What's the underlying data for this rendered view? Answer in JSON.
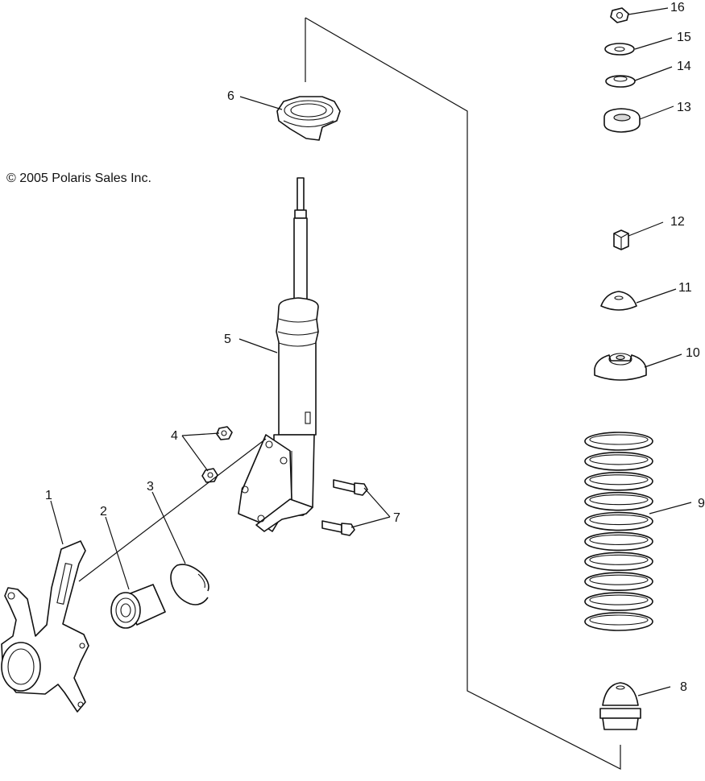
{
  "copyright": "© 2005 Polaris Sales Inc.",
  "callouts": {
    "c1": "1",
    "c2": "2",
    "c3": "3",
    "c4": "4",
    "c5": "5",
    "c6": "6",
    "c7": "7",
    "c8": "8",
    "c9": "9",
    "c10": "10",
    "c11": "11",
    "c12": "12",
    "c13": "13",
    "c14": "14",
    "c15": "15",
    "c16": "16"
  }
}
